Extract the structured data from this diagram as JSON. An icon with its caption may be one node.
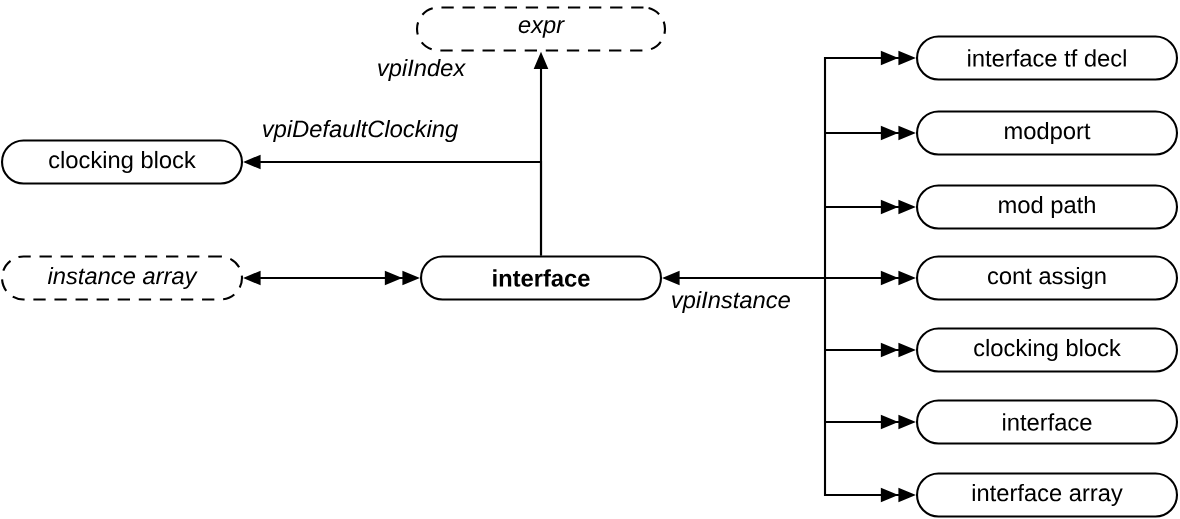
{
  "diagram": {
    "nodes": [
      {
        "text": [
          "expr"
        ]
      },
      {
        "text": [
          "clocking block"
        ]
      },
      {
        "text": [
          "instance array"
        ]
      },
      {
        "text": [
          "interface"
        ]
      },
      {
        "text": [
          "interface tf decl"
        ]
      },
      {
        "text": [
          "modport"
        ]
      },
      {
        "text": [
          "mod path"
        ]
      },
      {
        "text": [
          "cont assign"
        ]
      },
      {
        "text": [
          "clocking block"
        ]
      },
      {
        "text": [
          "interface"
        ]
      },
      {
        "text": [
          "interface array"
        ]
      }
    ],
    "edges": [
      {
        "from": 3,
        "to": 0,
        "arrow": "to",
        "label": "vpiIndex"
      },
      {
        "from": 3,
        "to": 1,
        "arrow": "to",
        "label": "vpiDefaultClocking"
      },
      {
        "from": 2,
        "to": 3,
        "arrow": "both"
      },
      {
        "from": 3,
        "to": 4,
        "arrow": "both"
      },
      {
        "from": 3,
        "to": 5,
        "arrow": "both"
      },
      {
        "from": 3,
        "to": 6,
        "arrow": "both"
      },
      {
        "from": 3,
        "to": 7,
        "arrow": "both",
        "label": "vpiInstance"
      },
      {
        "from": 3,
        "to": 8,
        "arrow": "both"
      },
      {
        "from": 3,
        "to": 9,
        "arrow": "both"
      },
      {
        "from": 3,
        "to": 10,
        "arrow": "both"
      }
    ]
  }
}
